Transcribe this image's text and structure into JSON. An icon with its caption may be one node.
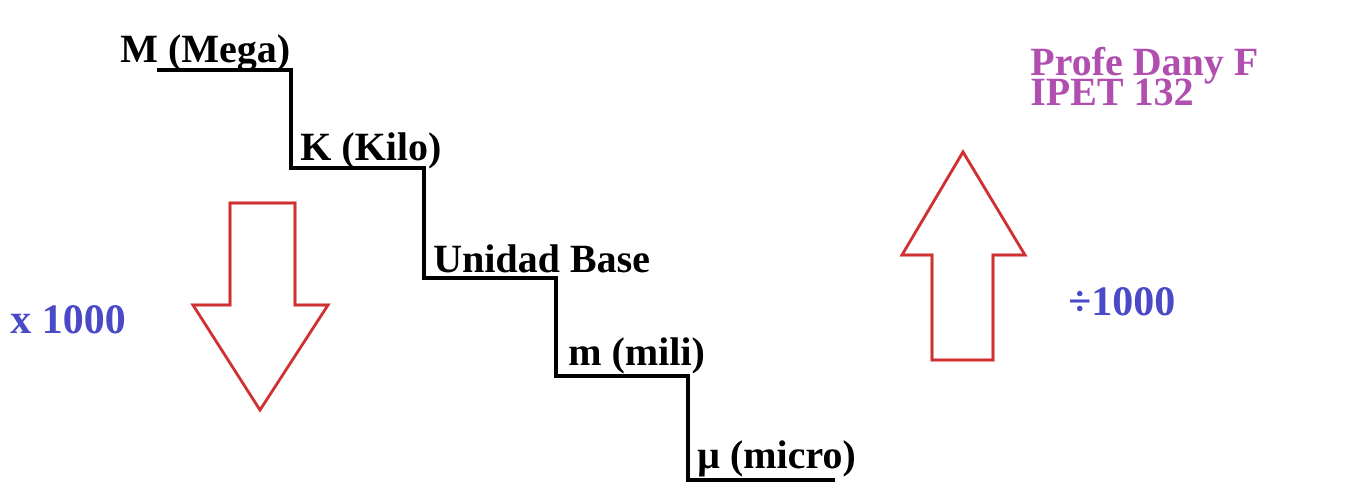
{
  "diagram": {
    "labels": [
      "Profe Dany F",
      "IPET 132",
      "M (Mega)",
      "K (Kilo)",
      "Unidad Base",
      "x 1000",
      "÷1000",
      "m (mili)",
      "μ (micro)"
    ]
  }
}
